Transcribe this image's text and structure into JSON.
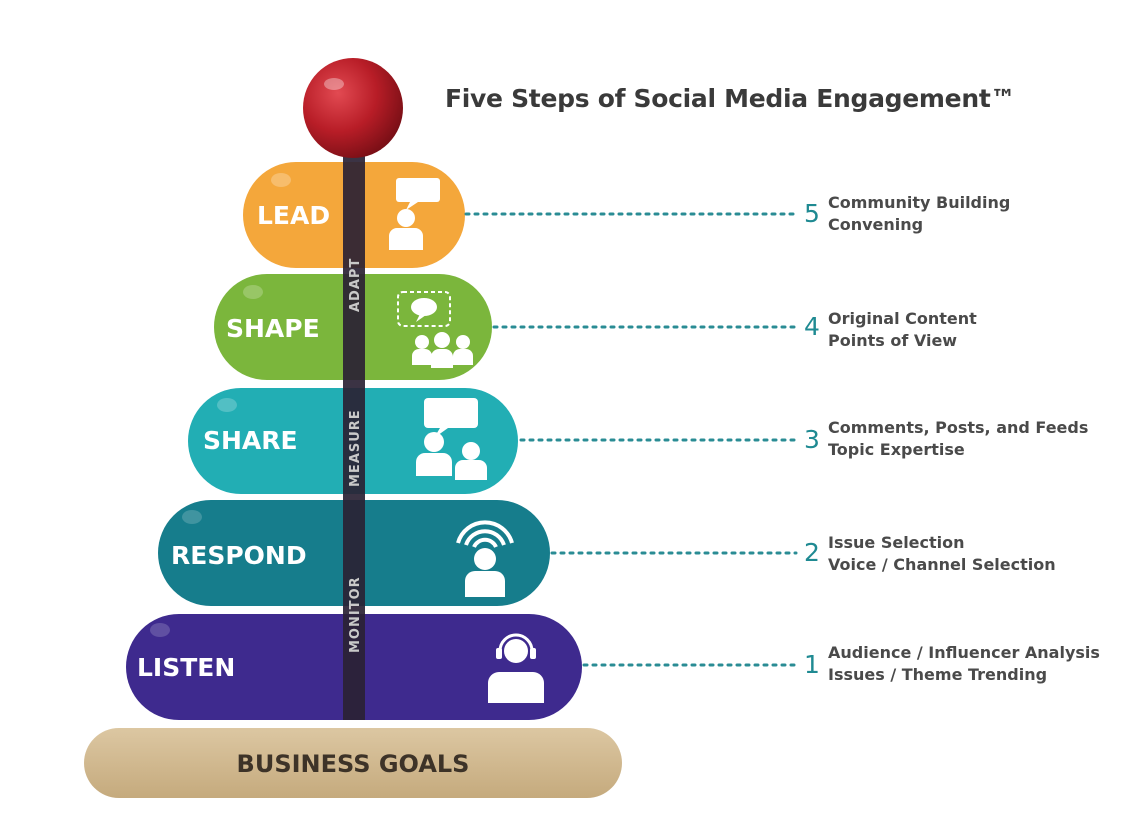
{
  "title": "Five Steps of Social Media Engagement™",
  "base_label": "BUSINESS GOALS",
  "axis_labels": {
    "adapt": "ADAPT",
    "measure": "MEASURE",
    "monitor": "MONITOR"
  },
  "colors": {
    "lead": "#f4a73b",
    "shape": "#7bb63c",
    "share": "#22aeb4",
    "respond": "#167d8c",
    "listen": "#3e2a8e",
    "base": "#d1b88f",
    "ball": "#c2232d",
    "pole": "#2a2234",
    "dots": "#2a8c94"
  },
  "steps": [
    {
      "number": "5",
      "label": "LEAD",
      "icon": "speech-bubble-person-icon",
      "lines": [
        "Community Building",
        "Convening"
      ]
    },
    {
      "number": "4",
      "label": "SHAPE",
      "icon": "chat-group-icon",
      "lines": [
        "Original Content",
        "Points of View"
      ]
    },
    {
      "number": "3",
      "label": "SHARE",
      "icon": "conversation-people-icon",
      "lines": [
        "Comments, Posts, and Feeds",
        "Topic Expertise"
      ]
    },
    {
      "number": "2",
      "label": "RESPOND",
      "icon": "broadcast-person-icon",
      "lines": [
        "Issue Selection",
        "Voice / Channel Selection"
      ]
    },
    {
      "number": "1",
      "label": "LISTEN",
      "icon": "headset-person-icon",
      "lines": [
        "Audience / Influencer Analysis",
        "Issues / Theme Trending"
      ]
    }
  ]
}
